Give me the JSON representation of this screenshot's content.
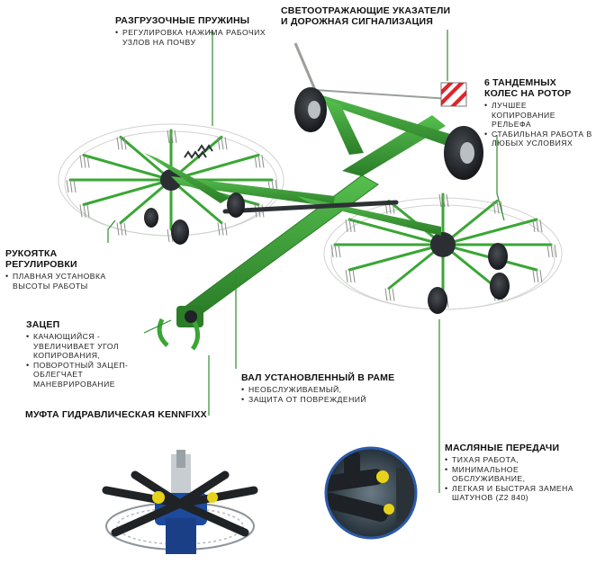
{
  "callouts": {
    "springs": {
      "title": "РАЗГРУЗОЧНЫЕ ПРУЖИНЫ",
      "bullets": [
        "РЕГУЛИРОВКА НАЖИМА РАБОЧИХ УЗЛОВ НА ПОЧВУ"
      ]
    },
    "lights": {
      "title": "СВЕТООТРАЖАЮЩИЕ УКАЗАТЕЛИ И ДОРОЖНАЯ СИГНАЛИЗАЦИЯ",
      "bullets": []
    },
    "wheels": {
      "title": "6 ТАНДЕМНЫХ КОЛЕС НА РОТОР",
      "bullets": [
        "ЛУЧШЕЕ КОПИРОВАНИЕ РЕЛЬЕФА",
        "СТАБИЛЬНАЯ РАБОТА В ЛЮБЫХ УСЛОВИЯХ"
      ]
    },
    "handle": {
      "title": "РУКОЯТКА РЕГУЛИРОВКИ",
      "bullets": [
        "ПЛАВНАЯ УСТАНОВКА ВЫСОТЫ РАБОТЫ"
      ]
    },
    "hitch": {
      "title": "ЗАЦЕП",
      "bullets": [
        "КАЧАЮЩИЙСЯ - УВЕЛИЧИВАЕТ УГОЛ КОПИРОВАНИЯ,",
        "ПОВОРОТНЫЙ ЗАЦЕП- ОБЛЕГЧАЕТ МАНЕВРИРОВАНИЕ"
      ]
    },
    "shaft": {
      "title": "ВАЛ УСТАНОВЛЕННЫЙ В РАМЕ",
      "bullets": [
        "НЕОБСЛУЖИВАЕМЫЙ,",
        "ЗАЩИТА ОТ ПОВРЕЖДЕНИЙ"
      ]
    },
    "coupling": {
      "title": "МУФТА ГИДРАВЛИЧЕСКАЯ KENNFIXX",
      "bullets": []
    },
    "gears": {
      "title": "МАСЛЯНЫЕ ПЕРЕДАЧИ",
      "bullets": [
        "ТИХАЯ РАБОТА,",
        "МИНИМАЛЬНОЕ ОБСЛУЖИВАНИЕ,",
        "ЛЕГКАЯ И БЫСТРАЯ ЗАМЕНА ШАТУНОВ (Z2 840)"
      ]
    }
  },
  "colors": {
    "frame_green": "#3aa635",
    "frame_dark": "#2b7d28",
    "leader_green": "#2e8b2e",
    "tyre": "#1f2226",
    "tine": "#d8dcd8"
  }
}
